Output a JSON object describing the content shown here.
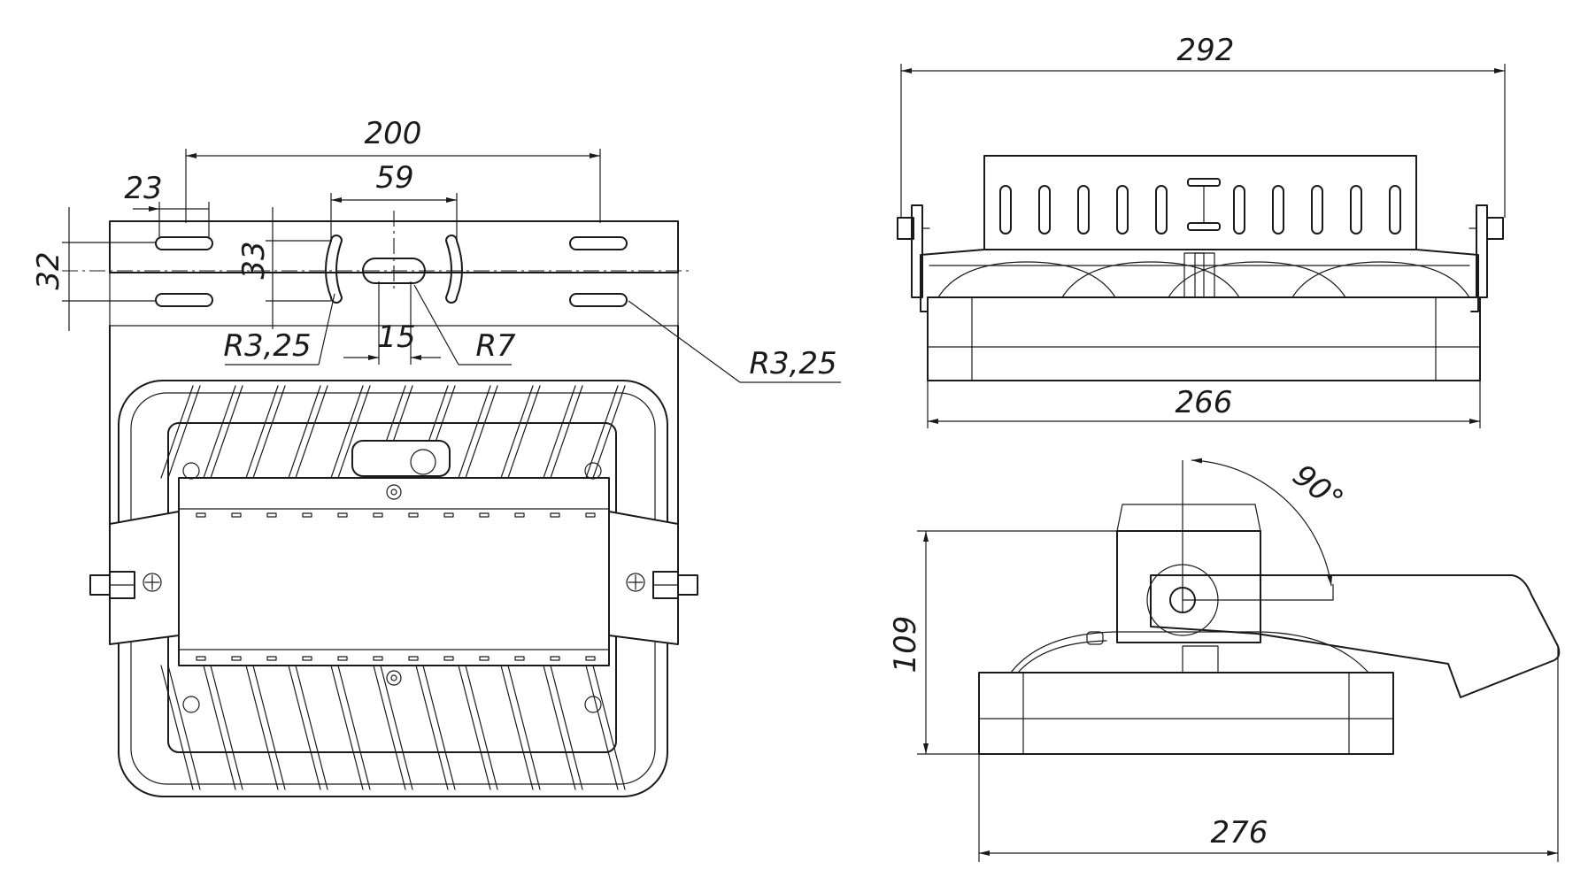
{
  "dimensions": {
    "d200": "200",
    "d59": "59",
    "d23": "23",
    "d33": "33",
    "d32": "32",
    "d15": "15",
    "r325_left": "R3,25",
    "r7": "R7",
    "r325_right": "R3,25",
    "d292": "292",
    "d266": "266",
    "d90": "90°",
    "d109": "109",
    "d276": "276"
  }
}
